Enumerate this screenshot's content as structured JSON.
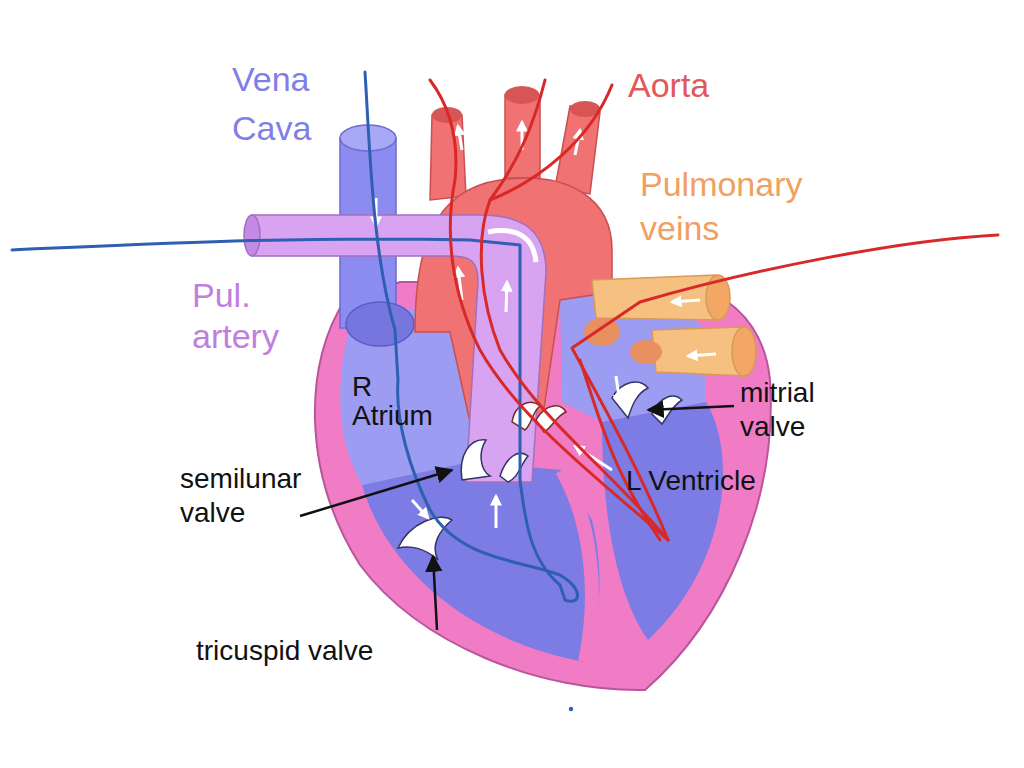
{
  "diagram": {
    "labels": [
      "Vena Cava",
      "Aorta",
      "Pulmonary veins",
      "Pul. artery",
      "R Atrium",
      "semilunar valve",
      "mitrial valve",
      "L Ventricle",
      "tricuspid valve"
    ]
  }
}
